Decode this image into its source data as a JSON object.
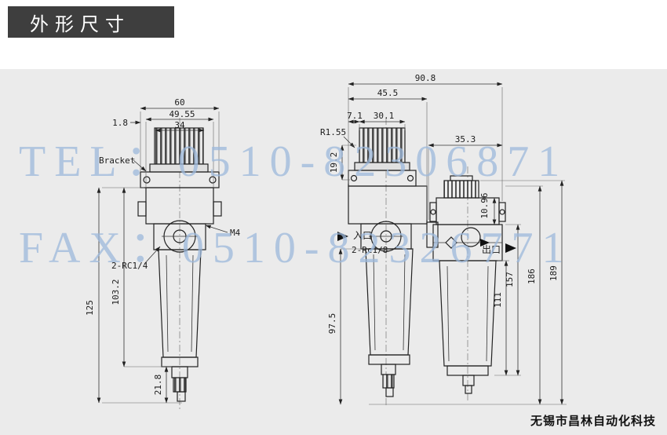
{
  "header": {
    "title": "外形尺寸"
  },
  "watermark": {
    "tel": "TEL：0510-82306871",
    "fax": "FAX：0510-82326771"
  },
  "footer": {
    "company": "无锡市昌林自动化科技"
  },
  "colors": {
    "header_bg": "#3e3e3e",
    "panel_bg": "#ebebeb",
    "watermark": "#9db9dc",
    "line": "#222222"
  },
  "left": {
    "bracket": "Bracket",
    "d60": "60",
    "d4955": "49.55",
    "d34": "34",
    "d18": "1.8",
    "d125": "125",
    "d1032": "103.2",
    "d218": "21.8",
    "m4": "M4",
    "port": "2-RC1/4"
  },
  "right": {
    "d908": "90.8",
    "d455": "45.5",
    "d71": "7.1",
    "d301": "30.1",
    "r155": "R1.55",
    "d192": "19.2",
    "d353": "35.3",
    "d1096": "10.96",
    "d157": "157",
    "d186": "186",
    "d189": "189",
    "d111": "111",
    "d975": "97.5",
    "inlet": "入口",
    "outlet": "出口",
    "port": "2-Rc1/8"
  }
}
